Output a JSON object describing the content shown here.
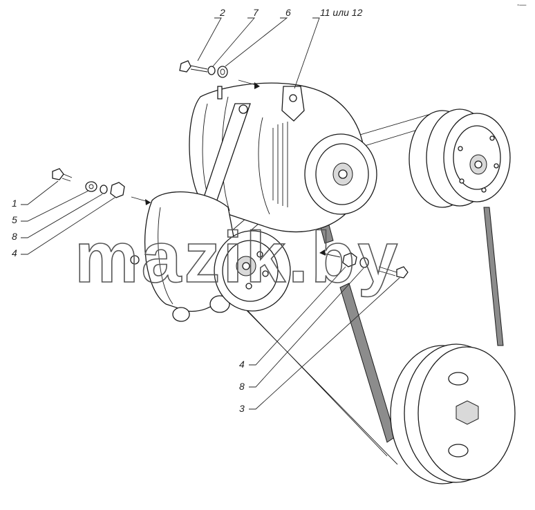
{
  "diagram": {
    "callouts": [
      {
        "id": "c2",
        "label": "2"
      },
      {
        "id": "c7",
        "label": "7"
      },
      {
        "id": "c6",
        "label": "6"
      },
      {
        "id": "c11",
        "label": "11 или 12"
      },
      {
        "id": "c1",
        "label": "1"
      },
      {
        "id": "c5",
        "label": "5"
      },
      {
        "id": "c8a",
        "label": "8"
      },
      {
        "id": "c4a",
        "label": "4"
      },
      {
        "id": "c4b",
        "label": "4"
      },
      {
        "id": "c8b",
        "label": "8"
      },
      {
        "id": "c3",
        "label": "3"
      }
    ],
    "corner_mark": "-—",
    "watermark": "mazik.by"
  }
}
